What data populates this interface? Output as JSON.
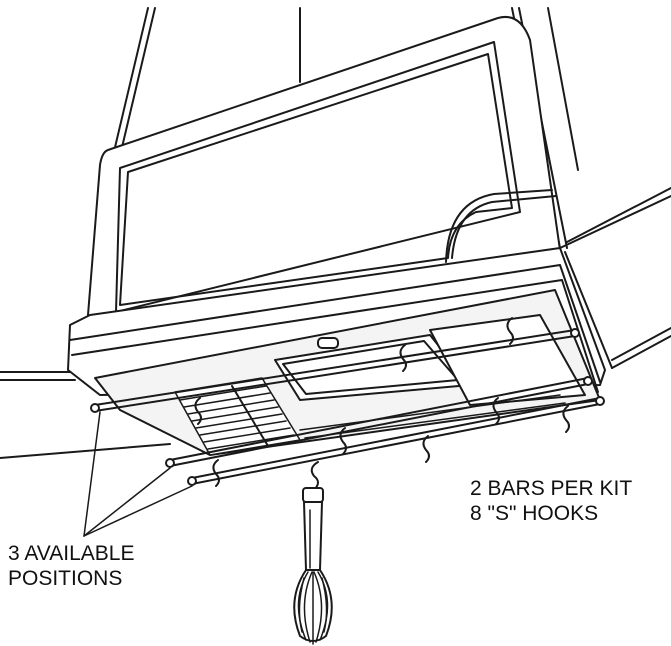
{
  "callouts": {
    "kit": {
      "line1": "2 BARS PER KIT",
      "line2": "8 \"S\" HOOKS"
    },
    "positions": {
      "line1": "3 AVAILABLE",
      "line2": "POSITIONS"
    }
  },
  "colors": {
    "line": "#1a1a1a",
    "fill_light": "#ffffff",
    "fill_panel": "#f4f4f4",
    "fill_dark": "#2a2a2a"
  },
  "icons": {
    "appliance": "microwave-hood",
    "utensil": "whisk-icon",
    "hook": "s-hook-icon"
  }
}
